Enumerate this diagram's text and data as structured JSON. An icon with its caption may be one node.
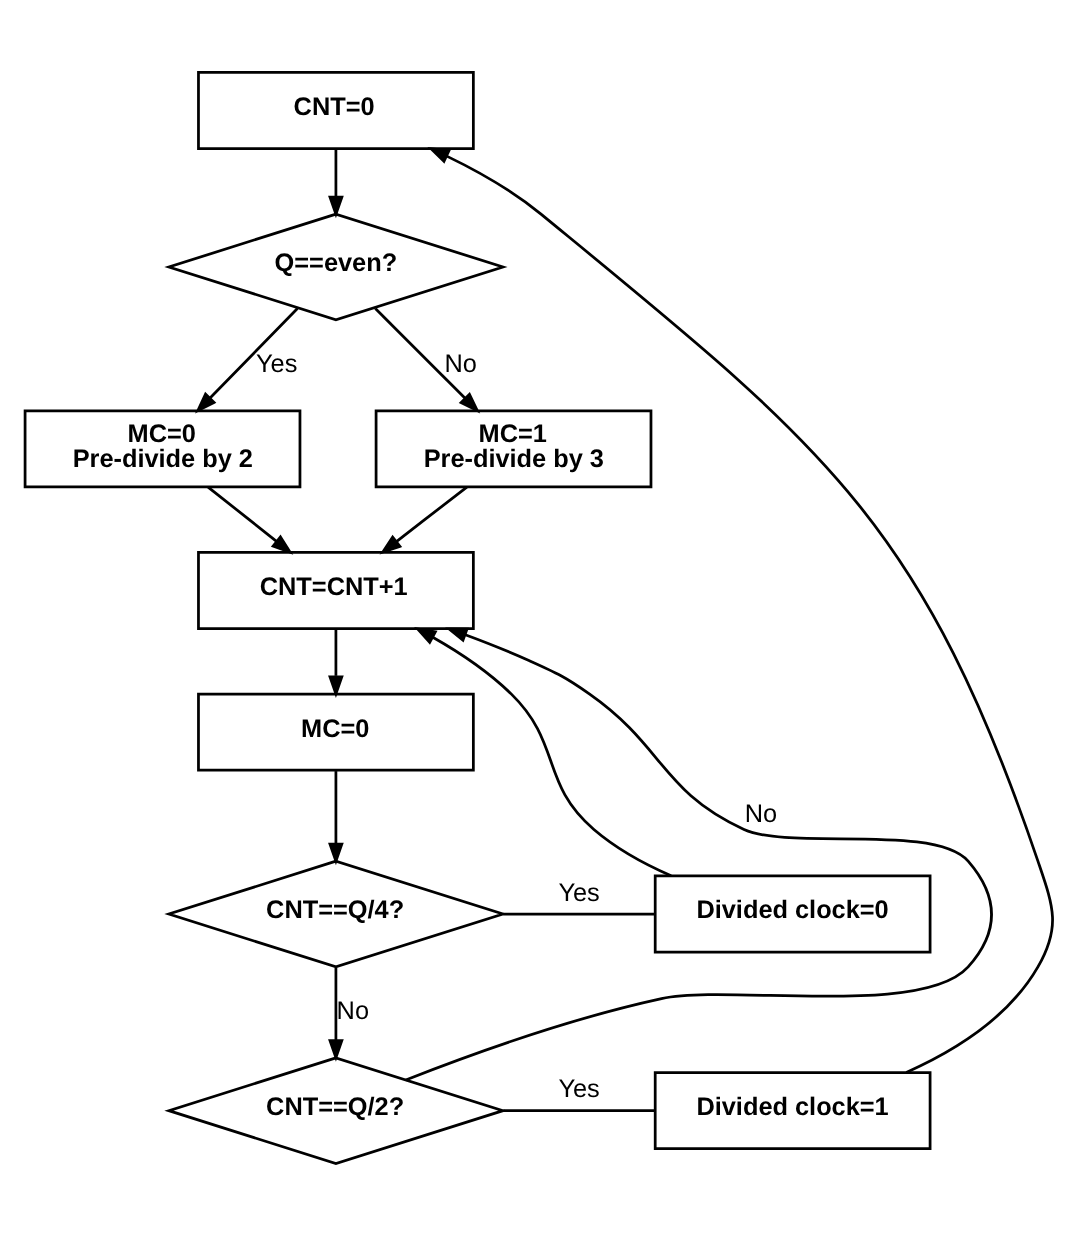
{
  "diagram": {
    "nodes": [
      {
        "text": [
          "CNT=0"
        ]
      },
      {
        "text": [
          "Q==even?"
        ]
      },
      {
        "text": [
          "MC=0",
          "Pre-divide by 2"
        ]
      },
      {
        "text": [
          "MC=1",
          "Pre-divide by 3"
        ]
      },
      {
        "text": [
          "CNT=CNT+1"
        ]
      },
      {
        "text": [
          "MC=0"
        ]
      },
      {
        "text": [
          "CNT==Q/4?"
        ]
      },
      {
        "text": [
          "Divided clock=0"
        ]
      },
      {
        "text": [
          "CNT==Q/2?"
        ]
      },
      {
        "text": [
          "Divided clock=1"
        ]
      }
    ],
    "edges": [
      {
        "from": 0,
        "to": 1,
        "arrow": "to"
      },
      {
        "from": 1,
        "to": 3,
        "arrow": "to",
        "label": "No"
      },
      {
        "from": 1,
        "to": 2,
        "arrow": "to",
        "label": "Yes"
      },
      {
        "from": 2,
        "to": 4,
        "arrow": "to"
      },
      {
        "from": 3,
        "to": 4,
        "arrow": "to"
      },
      {
        "from": 4,
        "to": 5,
        "arrow": "to"
      },
      {
        "from": 5,
        "to": 6,
        "arrow": "to"
      },
      {
        "from": 6,
        "to": 7,
        "arrow": "none",
        "label": "Yes"
      },
      {
        "from": 6,
        "to": 8,
        "arrow": "to",
        "label": "No"
      },
      {
        "from": 7,
        "to": 4,
        "arrow": "to"
      },
      {
        "from": 8,
        "to": 4,
        "arrow": "to",
        "label": "No"
      },
      {
        "from": 8,
        "to": 9,
        "arrow": "none",
        "label": "Yes"
      },
      {
        "from": 9,
        "to": 0,
        "arrow": "to"
      }
    ]
  }
}
